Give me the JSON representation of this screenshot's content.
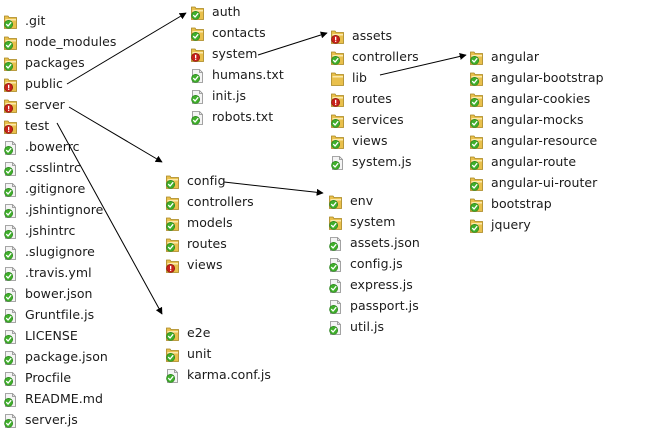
{
  "colors": {
    "ok": "#3fae2a",
    "error": "#c8211a",
    "folder": "#e9c04c",
    "file": "#f4f4f4",
    "arrow": "#000000"
  },
  "root": [
    {
      "label": ".git",
      "type": "folder",
      "status": "ok"
    },
    {
      "label": "node_modules",
      "type": "folder",
      "status": "ok"
    },
    {
      "label": "packages",
      "type": "folder",
      "status": "ok"
    },
    {
      "label": "public",
      "type": "folder",
      "status": "error"
    },
    {
      "label": "server",
      "type": "folder",
      "status": "error"
    },
    {
      "label": "test",
      "type": "folder",
      "status": "error"
    },
    {
      "label": ".bowerrc",
      "type": "file",
      "status": "ok"
    },
    {
      "label": ".csslintrc",
      "type": "file",
      "status": "ok"
    },
    {
      "label": ".gitignore",
      "type": "file",
      "status": "ok"
    },
    {
      "label": ".jshintignore",
      "type": "file",
      "status": "ok"
    },
    {
      "label": ".jshintrc",
      "type": "file",
      "status": "ok"
    },
    {
      "label": ".slugignore",
      "type": "file",
      "status": "ok"
    },
    {
      "label": ".travis.yml",
      "type": "file",
      "status": "ok"
    },
    {
      "label": "bower.json",
      "type": "file",
      "status": "ok"
    },
    {
      "label": "Gruntfile.js",
      "type": "file",
      "status": "ok"
    },
    {
      "label": "LICENSE",
      "type": "file",
      "status": "ok"
    },
    {
      "label": "package.json",
      "type": "file",
      "status": "ok"
    },
    {
      "label": "Procfile",
      "type": "file",
      "status": "ok"
    },
    {
      "label": "README.md",
      "type": "file",
      "status": "ok"
    },
    {
      "label": "server.js",
      "type": "file",
      "status": "ok"
    }
  ],
  "public": [
    {
      "label": "auth",
      "type": "folder",
      "status": "ok"
    },
    {
      "label": "contacts",
      "type": "folder",
      "status": "ok"
    },
    {
      "label": "system",
      "type": "folder",
      "status": "error"
    },
    {
      "label": "humans.txt",
      "type": "file",
      "status": "ok"
    },
    {
      "label": "init.js",
      "type": "file",
      "status": "ok"
    },
    {
      "label": "robots.txt",
      "type": "file",
      "status": "ok"
    }
  ],
  "system": [
    {
      "label": "assets",
      "type": "folder",
      "status": "error"
    },
    {
      "label": "controllers",
      "type": "folder",
      "status": "ok"
    },
    {
      "label": "lib",
      "type": "folder",
      "status": "none"
    },
    {
      "label": "routes",
      "type": "folder",
      "status": "error"
    },
    {
      "label": "services",
      "type": "folder",
      "status": "ok"
    },
    {
      "label": "views",
      "type": "folder",
      "status": "ok"
    },
    {
      "label": "system.js",
      "type": "file",
      "status": "ok"
    }
  ],
  "lib": [
    {
      "label": "angular",
      "type": "folder",
      "status": "ok"
    },
    {
      "label": "angular-bootstrap",
      "type": "folder",
      "status": "ok"
    },
    {
      "label": "angular-cookies",
      "type": "folder",
      "status": "ok"
    },
    {
      "label": "angular-mocks",
      "type": "folder",
      "status": "ok"
    },
    {
      "label": "angular-resource",
      "type": "folder",
      "status": "ok"
    },
    {
      "label": "angular-route",
      "type": "folder",
      "status": "ok"
    },
    {
      "label": "angular-ui-router",
      "type": "folder",
      "status": "ok"
    },
    {
      "label": "bootstrap",
      "type": "folder",
      "status": "ok"
    },
    {
      "label": "jquery",
      "type": "folder",
      "status": "ok"
    }
  ],
  "server": [
    {
      "label": "config",
      "type": "folder",
      "status": "ok"
    },
    {
      "label": "controllers",
      "type": "folder",
      "status": "ok"
    },
    {
      "label": "models",
      "type": "folder",
      "status": "ok"
    },
    {
      "label": "routes",
      "type": "folder",
      "status": "ok"
    },
    {
      "label": "views",
      "type": "folder",
      "status": "error"
    }
  ],
  "config": [
    {
      "label": "env",
      "type": "folder",
      "status": "ok"
    },
    {
      "label": "system",
      "type": "folder",
      "status": "ok"
    },
    {
      "label": "assets.json",
      "type": "file",
      "status": "ok"
    },
    {
      "label": "config.js",
      "type": "file",
      "status": "ok"
    },
    {
      "label": "express.js",
      "type": "file",
      "status": "ok"
    },
    {
      "label": "passport.js",
      "type": "file",
      "status": "ok"
    },
    {
      "label": "util.js",
      "type": "file",
      "status": "ok"
    }
  ],
  "test": [
    {
      "label": "e2e",
      "type": "folder",
      "status": "ok"
    },
    {
      "label": "unit",
      "type": "folder",
      "status": "ok"
    },
    {
      "label": "karma.conf.js",
      "type": "file",
      "status": "ok"
    }
  ]
}
